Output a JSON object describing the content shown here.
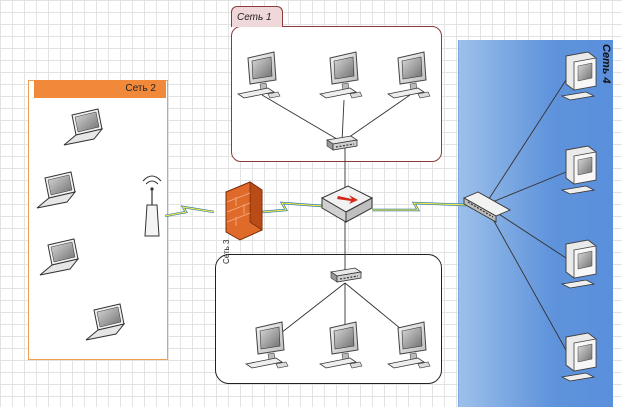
{
  "networks": {
    "net1_label": "Сеть 1",
    "net2_label": "Сеть 2",
    "net3_label": "Сеть 3",
    "net4_label": "Сеть 4"
  },
  "colors": {
    "grid": "#e3e3e3",
    "net1_border": "#8a3b3b",
    "net1_tab": "#f0d7d9",
    "net2_header": "#f08a3a",
    "net4_fill": "#5f93db",
    "firewall": "#e06a2a",
    "lightning": "#f2e84b"
  },
  "devices": {
    "net1": [
      "desktop-computer-icon",
      "desktop-computer-icon",
      "desktop-computer-icon",
      "network-switch-icon"
    ],
    "net2": [
      "laptop-icon",
      "laptop-icon",
      "laptop-icon",
      "laptop-icon",
      "wireless-access-point-icon"
    ],
    "net3": [
      "desktop-computer-icon",
      "desktop-computer-icon",
      "desktop-computer-icon",
      "network-switch-icon"
    ],
    "net4": [
      "server-icon",
      "server-icon",
      "server-icon",
      "server-icon",
      "network-switch-icon"
    ],
    "core": [
      "firewall-icon",
      "router-icon"
    ]
  }
}
